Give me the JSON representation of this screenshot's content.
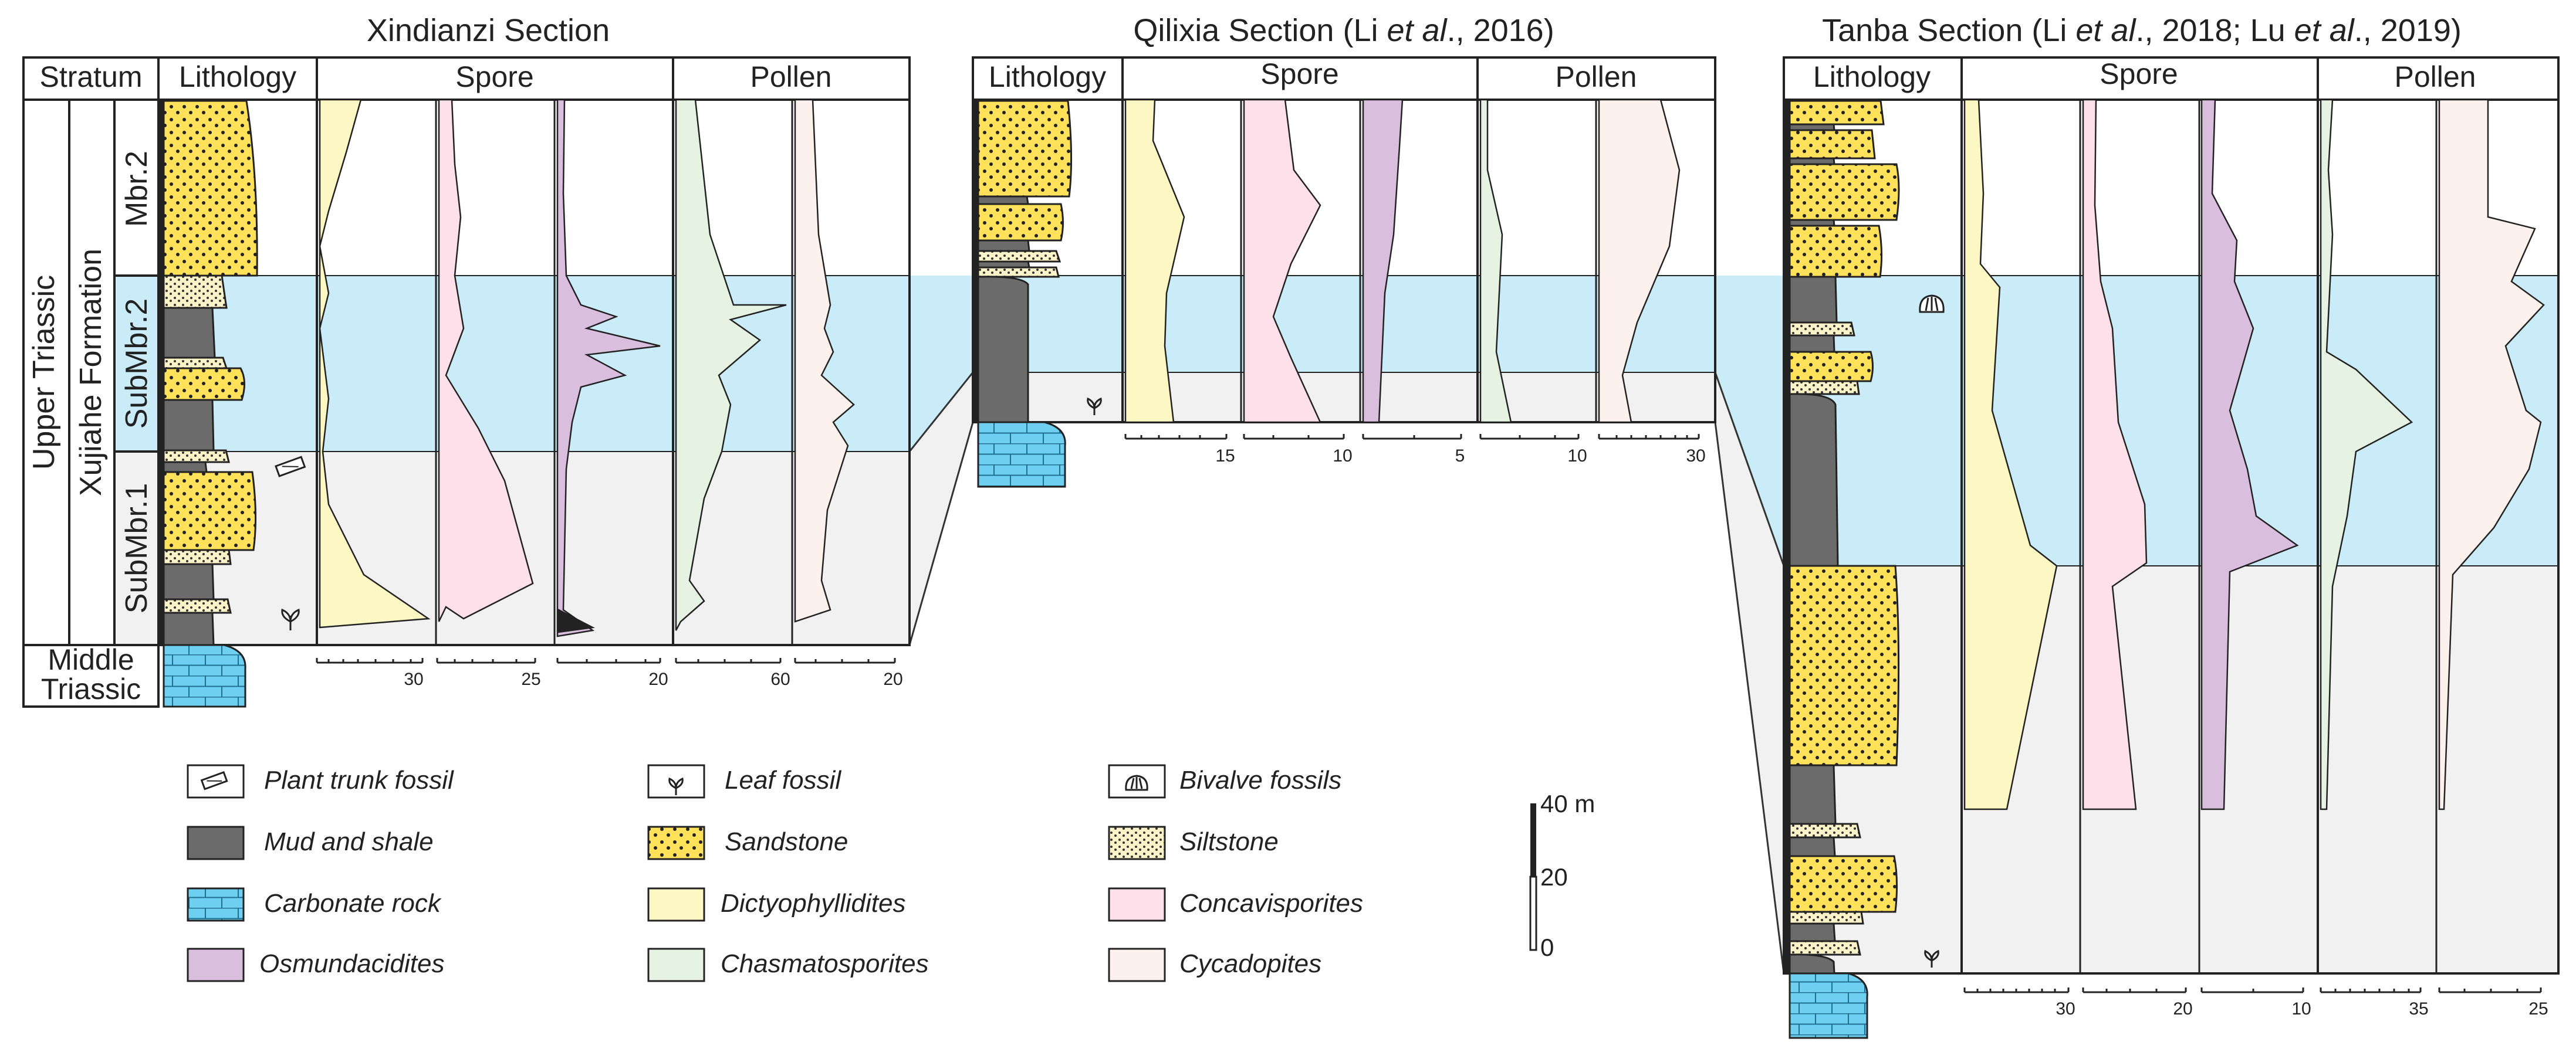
{
  "titles": {
    "xindianzi": "Xindianzi Section",
    "qilixia_pre": "Qilixia Section (Li ",
    "qilixia_et": "et al",
    "qilixia_post": "., 2016)",
    "tanba_pre": "Tanba Section (Li ",
    "tanba_et1": "et al",
    "tanba_mid": "., 2018; Lu ",
    "tanba_et2": "et al",
    "tanba_post": "., 2019)"
  },
  "headers": {
    "stratum": "Stratum",
    "lithology": "Lithology",
    "spore": "Spore",
    "pollen": "Pollen"
  },
  "stratigraphy": {
    "period": "Upper Triassic",
    "formation": "Xujiahe Formation",
    "members": [
      "Mbr.2",
      "SubMbr.2",
      "SubMbr.1"
    ],
    "base": [
      "Middle",
      "Triassic"
    ]
  },
  "scales": {
    "xindianzi": [
      "30",
      "25",
      "20",
      "60",
      "20"
    ],
    "qilixia": [
      "15",
      "10",
      "5",
      "10",
      "30"
    ],
    "tanba": [
      "30",
      "20",
      "10",
      "35",
      "25"
    ]
  },
  "legend": [
    {
      "label": "Plant trunk fossil",
      "kind": "trunk"
    },
    {
      "label": "Leaf fossil",
      "kind": "leaf"
    },
    {
      "label": "Bivalve fossils",
      "kind": "bivalve"
    },
    {
      "label": "Mud and shale",
      "kind": "mud",
      "color": "#6b6b6b"
    },
    {
      "label": "Sandstone",
      "kind": "sand",
      "color": "#ffe15a"
    },
    {
      "label": "Siltstone",
      "kind": "silt",
      "color": "#fdf3c8"
    },
    {
      "label": "Carbonate rock",
      "kind": "carb",
      "color": "#6fcff0"
    },
    {
      "label": "Dictyophyllidites",
      "kind": "fill",
      "color": "#fdf7c3"
    },
    {
      "label": "Concavisporites",
      "kind": "fill",
      "color": "#fde0ea"
    },
    {
      "label": "Osmundacidites",
      "kind": "fill",
      "color": "#d9bedd"
    },
    {
      "label": "Chasmatosporites",
      "kind": "fill",
      "color": "#e6f3e3"
    },
    {
      "label": "Cycadopites",
      "kind": "fill",
      "color": "#fdf1ee"
    }
  ],
  "scale_bar": {
    "labels": [
      "40 m",
      "20",
      "0"
    ]
  },
  "colors": {
    "zone_blue": "#c9ecf8",
    "zone_grey": "#f1f1f1",
    "mud": "#6b6b6b",
    "sand": "#ffe15a",
    "silt": "#fdf3c8",
    "carb": "#6fcff0"
  }
}
